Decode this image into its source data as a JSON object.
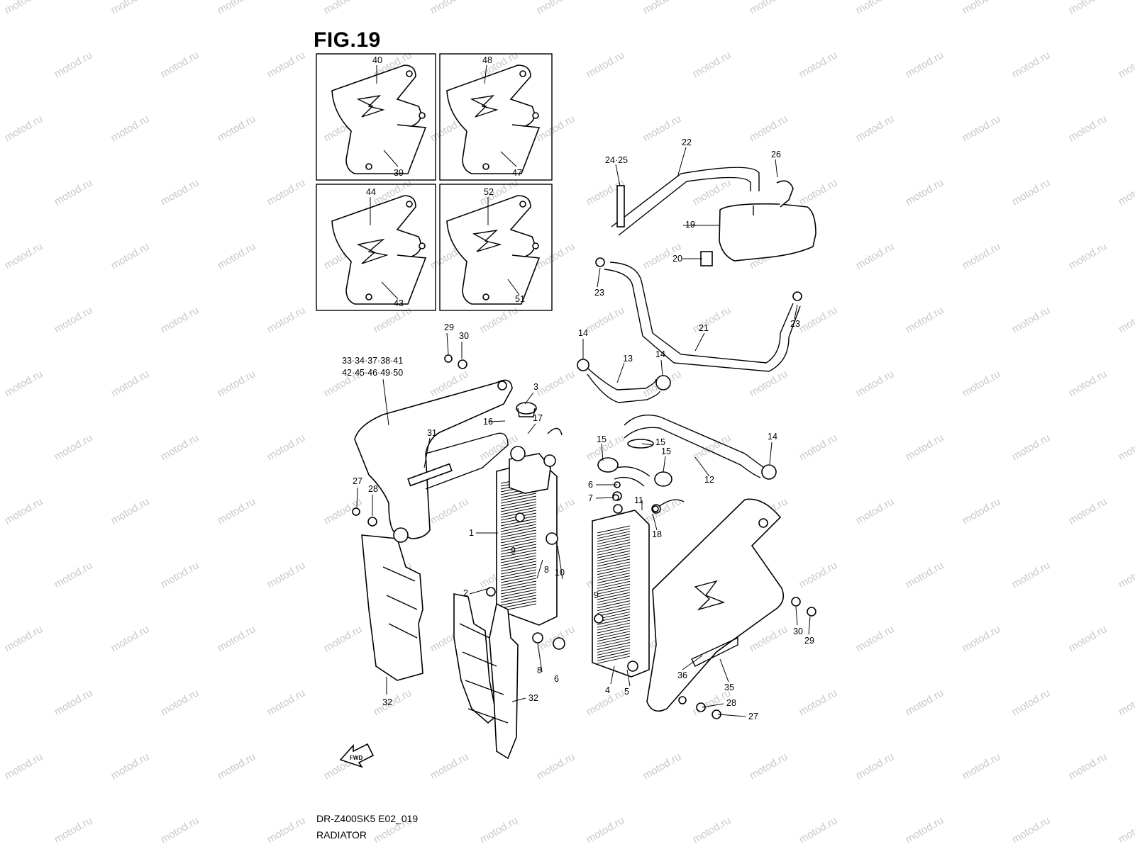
{
  "figure": {
    "title": "FIG.19",
    "model_code": "DR-Z400SK5 E02_019",
    "section_name": "RADIATOR",
    "watermark": "motod.ru",
    "fwd_arrow": "FWD"
  },
  "insets": [
    {
      "top_label": "40",
      "bottom_label": "39"
    },
    {
      "top_label": "48",
      "bottom_label": "47"
    },
    {
      "top_label": "44",
      "bottom_label": "43"
    },
    {
      "top_label": "52",
      "bottom_label": "51"
    }
  ],
  "callouts": {
    "c1": "1",
    "c2": "2",
    "c3": "3",
    "c4": "4",
    "c5": "5",
    "c6a": "6",
    "c6b": "6",
    "c7": "7",
    "c8a": "8",
    "c8b": "8",
    "c9a": "9",
    "c9b": "9",
    "c10": "10",
    "c11": "11",
    "c12": "12",
    "c13": "13",
    "c14a": "14",
    "c14b": "14",
    "c14c": "14",
    "c15a": "15",
    "c15b": "15",
    "c15c": "15",
    "c16": "16",
    "c17": "17",
    "c18": "18",
    "c19": "19",
    "c20": "20",
    "c21": "21",
    "c22": "22",
    "c23a": "23",
    "c23b": "23",
    "c24_25": "24·25",
    "c26": "26",
    "c27a": "27",
    "c27b": "27",
    "c28a": "28",
    "c28b": "28",
    "c29a": "29",
    "c29b": "29",
    "c30a": "30",
    "c30b": "30",
    "c31": "31",
    "c32a": "32",
    "c32b": "32",
    "c33_row1": "33·34·37·38·41",
    "c33_row2": "42·45·46·49·50",
    "c35": "35",
    "c36": "36"
  },
  "colors": {
    "line": "#000000",
    "watermark": "#c9c9c9",
    "background": "#ffffff"
  }
}
